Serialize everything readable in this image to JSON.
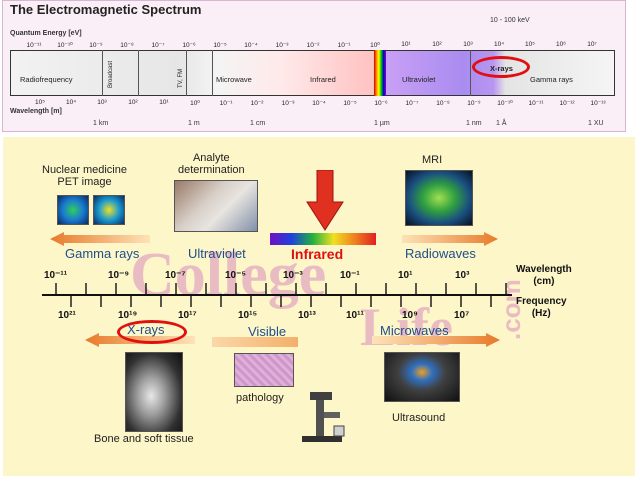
{
  "top": {
    "title": "The Electromagnetic Spectrum",
    "energy_label": "Quantum Energy [eV]",
    "energy_range_label": "10  -  100 keV",
    "energy_ticks": [
      "10⁻¹¹",
      "10⁻¹⁰",
      "10⁻⁹",
      "10⁻⁸",
      "10⁻⁷",
      "10⁻⁶",
      "10⁻⁵",
      "10⁻⁴",
      "10⁻³",
      "10⁻²",
      "10⁻¹",
      "10⁰",
      "10¹",
      "10²",
      "10³",
      "10⁴",
      "10⁵",
      "10⁶",
      "10⁷"
    ],
    "wavelength_ticks": [
      "10⁵",
      "10⁴",
      "10³",
      "10²",
      "10¹",
      "10⁰",
      "10⁻¹",
      "10⁻²",
      "10⁻³",
      "10⁻⁴",
      "10⁻⁵",
      "10⁻⁶",
      "10⁻⁷",
      "10⁻⁸",
      "10⁻⁹",
      "10⁻¹⁰",
      "10⁻¹¹",
      "10⁻¹²",
      "10⁻¹³"
    ],
    "wavelength_label": "Wavelength [m]",
    "scale_marks": [
      "1 km",
      "1 m",
      "1 cm",
      "1 µm",
      "1 nm",
      "1 Å",
      "1 XU"
    ],
    "bands": {
      "radiofrequency": "Radiofrequency",
      "broadcast": "Broadcast",
      "tvfm": "TV, FM",
      "microwave": "Microwave",
      "infrared": "Infrared",
      "ultraviolet": "Ultraviolet",
      "xrays": "X-rays",
      "gamma": "Gamma rays"
    }
  },
  "bottom": {
    "nuclear_label": "Nuclear medicine\nPET image",
    "analyte_label": "Analyte\ndetermination",
    "mri_label": "MRI",
    "gamma_rays": "Gamma rays",
    "ultraviolet": "Ultraviolet",
    "infrared": "Infrared",
    "radiowaves": "Radiowaves",
    "wavelength_axis": "Wavelength\n(cm)",
    "frequency_axis": "Frequency\n(Hz)",
    "wavelength_ticks": [
      "10⁻¹¹",
      "10⁻⁹",
      "10⁻⁷",
      "10⁻⁵",
      "10⁻³",
      "10⁻¹",
      "10¹",
      "10³"
    ],
    "frequency_ticks": [
      "10²¹",
      "10¹⁹",
      "10¹⁷",
      "10¹⁵",
      "10¹³",
      "10¹¹",
      "10⁹",
      "10⁷"
    ],
    "xrays": "X-rays",
    "visible": "Visible",
    "microwaves": "Microwaves",
    "pathology": "pathology",
    "ultrasound": "Ultrasound",
    "bone_label": "Bone and soft tissue",
    "watermark_a": "College",
    "watermark_b": "Life",
    "watermark_c": ".com"
  },
  "colors": {
    "accent_red": "#e01010",
    "arrow_orange": "#e87a2a",
    "arrow_blue": "#1f4e8c",
    "panel_yellow": "#fdf6c9",
    "panel_pink": "#fbeff7"
  }
}
